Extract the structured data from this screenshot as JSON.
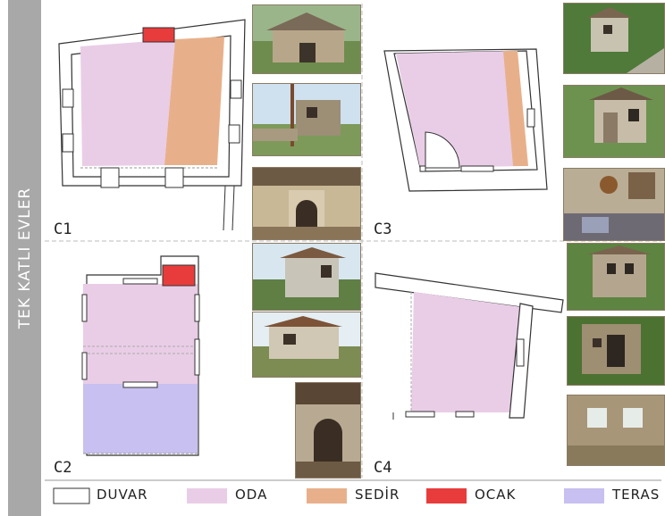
{
  "sidebar": {
    "title": "TEK KATLI EVLER"
  },
  "panels": [
    {
      "id": "c1",
      "label": "C1"
    },
    {
      "id": "c2",
      "label": "C2"
    },
    {
      "id": "c3",
      "label": "C3"
    },
    {
      "id": "c4",
      "label": "C4"
    }
  ],
  "legend": [
    {
      "key": "duvar",
      "label": "DUVAR",
      "color": "#ffffff"
    },
    {
      "key": "oda",
      "label": "ODA",
      "color": "#e9cde6"
    },
    {
      "key": "sedir",
      "label": "SEDİR",
      "color": "#e8b08a"
    },
    {
      "key": "ocak",
      "label": "OCAK",
      "color": "#e83c3c"
    },
    {
      "key": "teras",
      "label": "TERAS",
      "color": "#c7c0f0"
    }
  ],
  "colors": {
    "sidebar": "#a8a8a8",
    "wall_stroke": "#333333",
    "divider": "#bbbbbb"
  }
}
